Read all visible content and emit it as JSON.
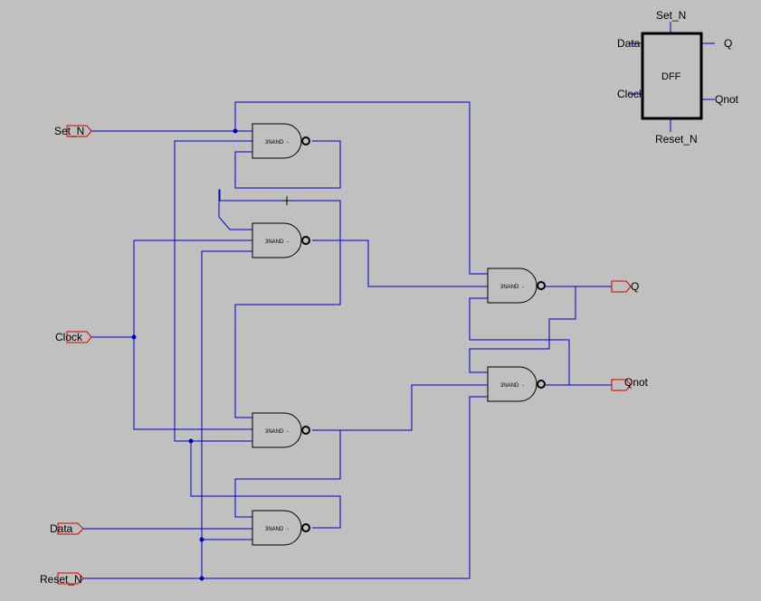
{
  "gate_type": "3NAND",
  "ports": {
    "set_n": "Set_N",
    "clock": "Clock",
    "data": "Data",
    "reset_n": "Reset_N",
    "q": "Q",
    "qnot": "Qnot"
  },
  "symbol": {
    "name": "DFF",
    "pin_set_n": "Set_N",
    "pin_data": "Data",
    "pin_clock": "Clock",
    "pin_reset_n": "Reset_N",
    "pin_q": "Q",
    "pin_qnot": "Qnot"
  },
  "colors": {
    "background": "#c0c0c0",
    "wire": "#0000c8",
    "port_outline": "#d00000",
    "gate_outline": "#000000"
  }
}
